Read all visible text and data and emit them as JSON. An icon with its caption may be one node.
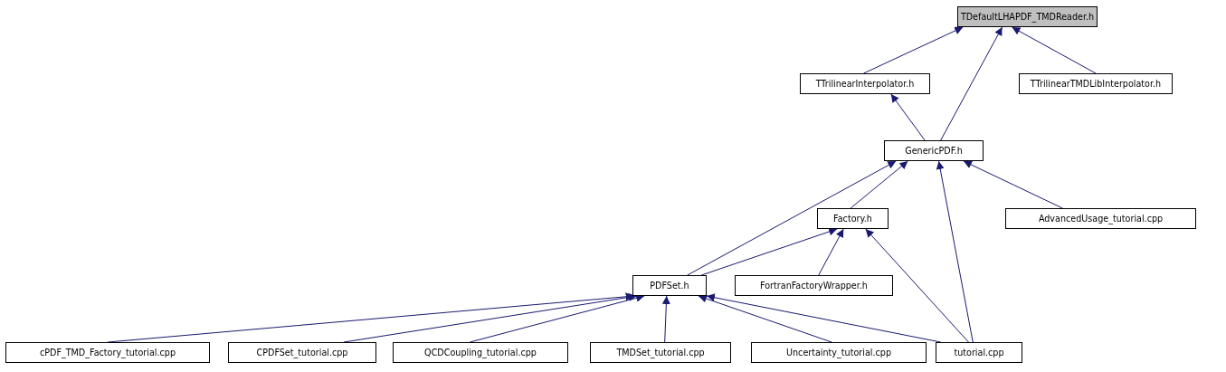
{
  "diagram": {
    "nodes": [
      {
        "text": [
          "TDefaultLHAPDF_TMDReader.h"
        ]
      },
      {
        "text": [
          "TTrilinearInterpolator.h"
        ]
      },
      {
        "text": [
          "TTrilinearTMDLibInterpolator.h"
        ]
      },
      {
        "text": [
          "GenericPDF.h"
        ]
      },
      {
        "text": [
          "Factory.h"
        ]
      },
      {
        "text": [
          "AdvancedUsage_tutorial.cpp"
        ]
      },
      {
        "text": [
          "PDFSet.h"
        ]
      },
      {
        "text": [
          "FortranFactoryWrapper.h"
        ]
      },
      {
        "text": [
          "cPDF_TMD_Factory_tutorial.cpp"
        ]
      },
      {
        "text": [
          "CPDFSet_tutorial.cpp"
        ]
      },
      {
        "text": [
          "QCDCoupling_tutorial.cpp"
        ]
      },
      {
        "text": [
          "TMDSet_tutorial.cpp"
        ]
      },
      {
        "text": [
          "Uncertainty_tutorial.cpp"
        ]
      },
      {
        "text": [
          "tutorial.cpp"
        ]
      }
    ],
    "edges": [
      {
        "from": 1,
        "to": 0,
        "arrow": "to"
      },
      {
        "from": 3,
        "to": 0,
        "arrow": "to"
      },
      {
        "from": 2,
        "to": 0,
        "arrow": "to"
      },
      {
        "from": 3,
        "to": 1,
        "arrow": "to"
      },
      {
        "from": 4,
        "to": 3,
        "arrow": "to"
      },
      {
        "from": 6,
        "to": 3,
        "arrow": "to"
      },
      {
        "from": 5,
        "to": 3,
        "arrow": "to"
      },
      {
        "from": 13,
        "to": 3,
        "arrow": "to"
      },
      {
        "from": 6,
        "to": 4,
        "arrow": "to"
      },
      {
        "from": 7,
        "to": 4,
        "arrow": "to"
      },
      {
        "from": 13,
        "to": 4,
        "arrow": "to"
      },
      {
        "from": 8,
        "to": 6,
        "arrow": "to"
      },
      {
        "from": 9,
        "to": 6,
        "arrow": "to"
      },
      {
        "from": 10,
        "to": 6,
        "arrow": "to"
      },
      {
        "from": 11,
        "to": 6,
        "arrow": "to"
      },
      {
        "from": 12,
        "to": 6,
        "arrow": "to"
      },
      {
        "from": 13,
        "to": 6,
        "arrow": "to"
      }
    ]
  }
}
